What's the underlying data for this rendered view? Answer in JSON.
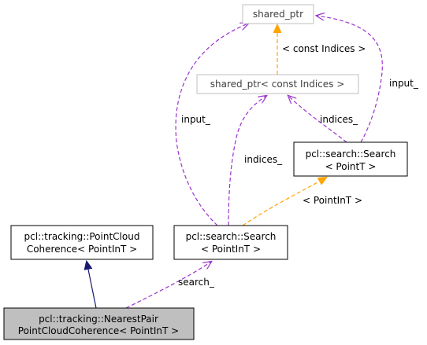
{
  "colors": {
    "usage_edge": "#9a32cd",
    "template_edge": "#ffa500",
    "inheritance_edge": "#191970",
    "node_border": "#000000",
    "external_node_border": "#bfbfbf",
    "highlight_fill": "#bfbfbf"
  },
  "nodes": {
    "shared_ptr": {
      "label": "shared_ptr"
    },
    "shared_ptr_const_indices": {
      "label": "shared_ptr< const Indices >"
    },
    "search_pointt": {
      "line1": "pcl::search::Search",
      "line2": "< PointT >"
    },
    "point_cloud_coherence": {
      "line1": "pcl::tracking::PointCloud",
      "line2": "Coherence< PointInT >"
    },
    "search_pointint": {
      "line1": "pcl::search::Search",
      "line2": "< PointInT >"
    },
    "nearest_pair": {
      "line1": "pcl::tracking::NearestPair",
      "line2": "PointCloudCoherence< PointInT >"
    }
  },
  "edge_labels": {
    "const_indices": "< const Indices >",
    "input_right": "input_",
    "input_left": "input_",
    "indices_right": "indices_",
    "indices_left": "indices_",
    "pointint": "< PointInT >",
    "search": "search_"
  }
}
